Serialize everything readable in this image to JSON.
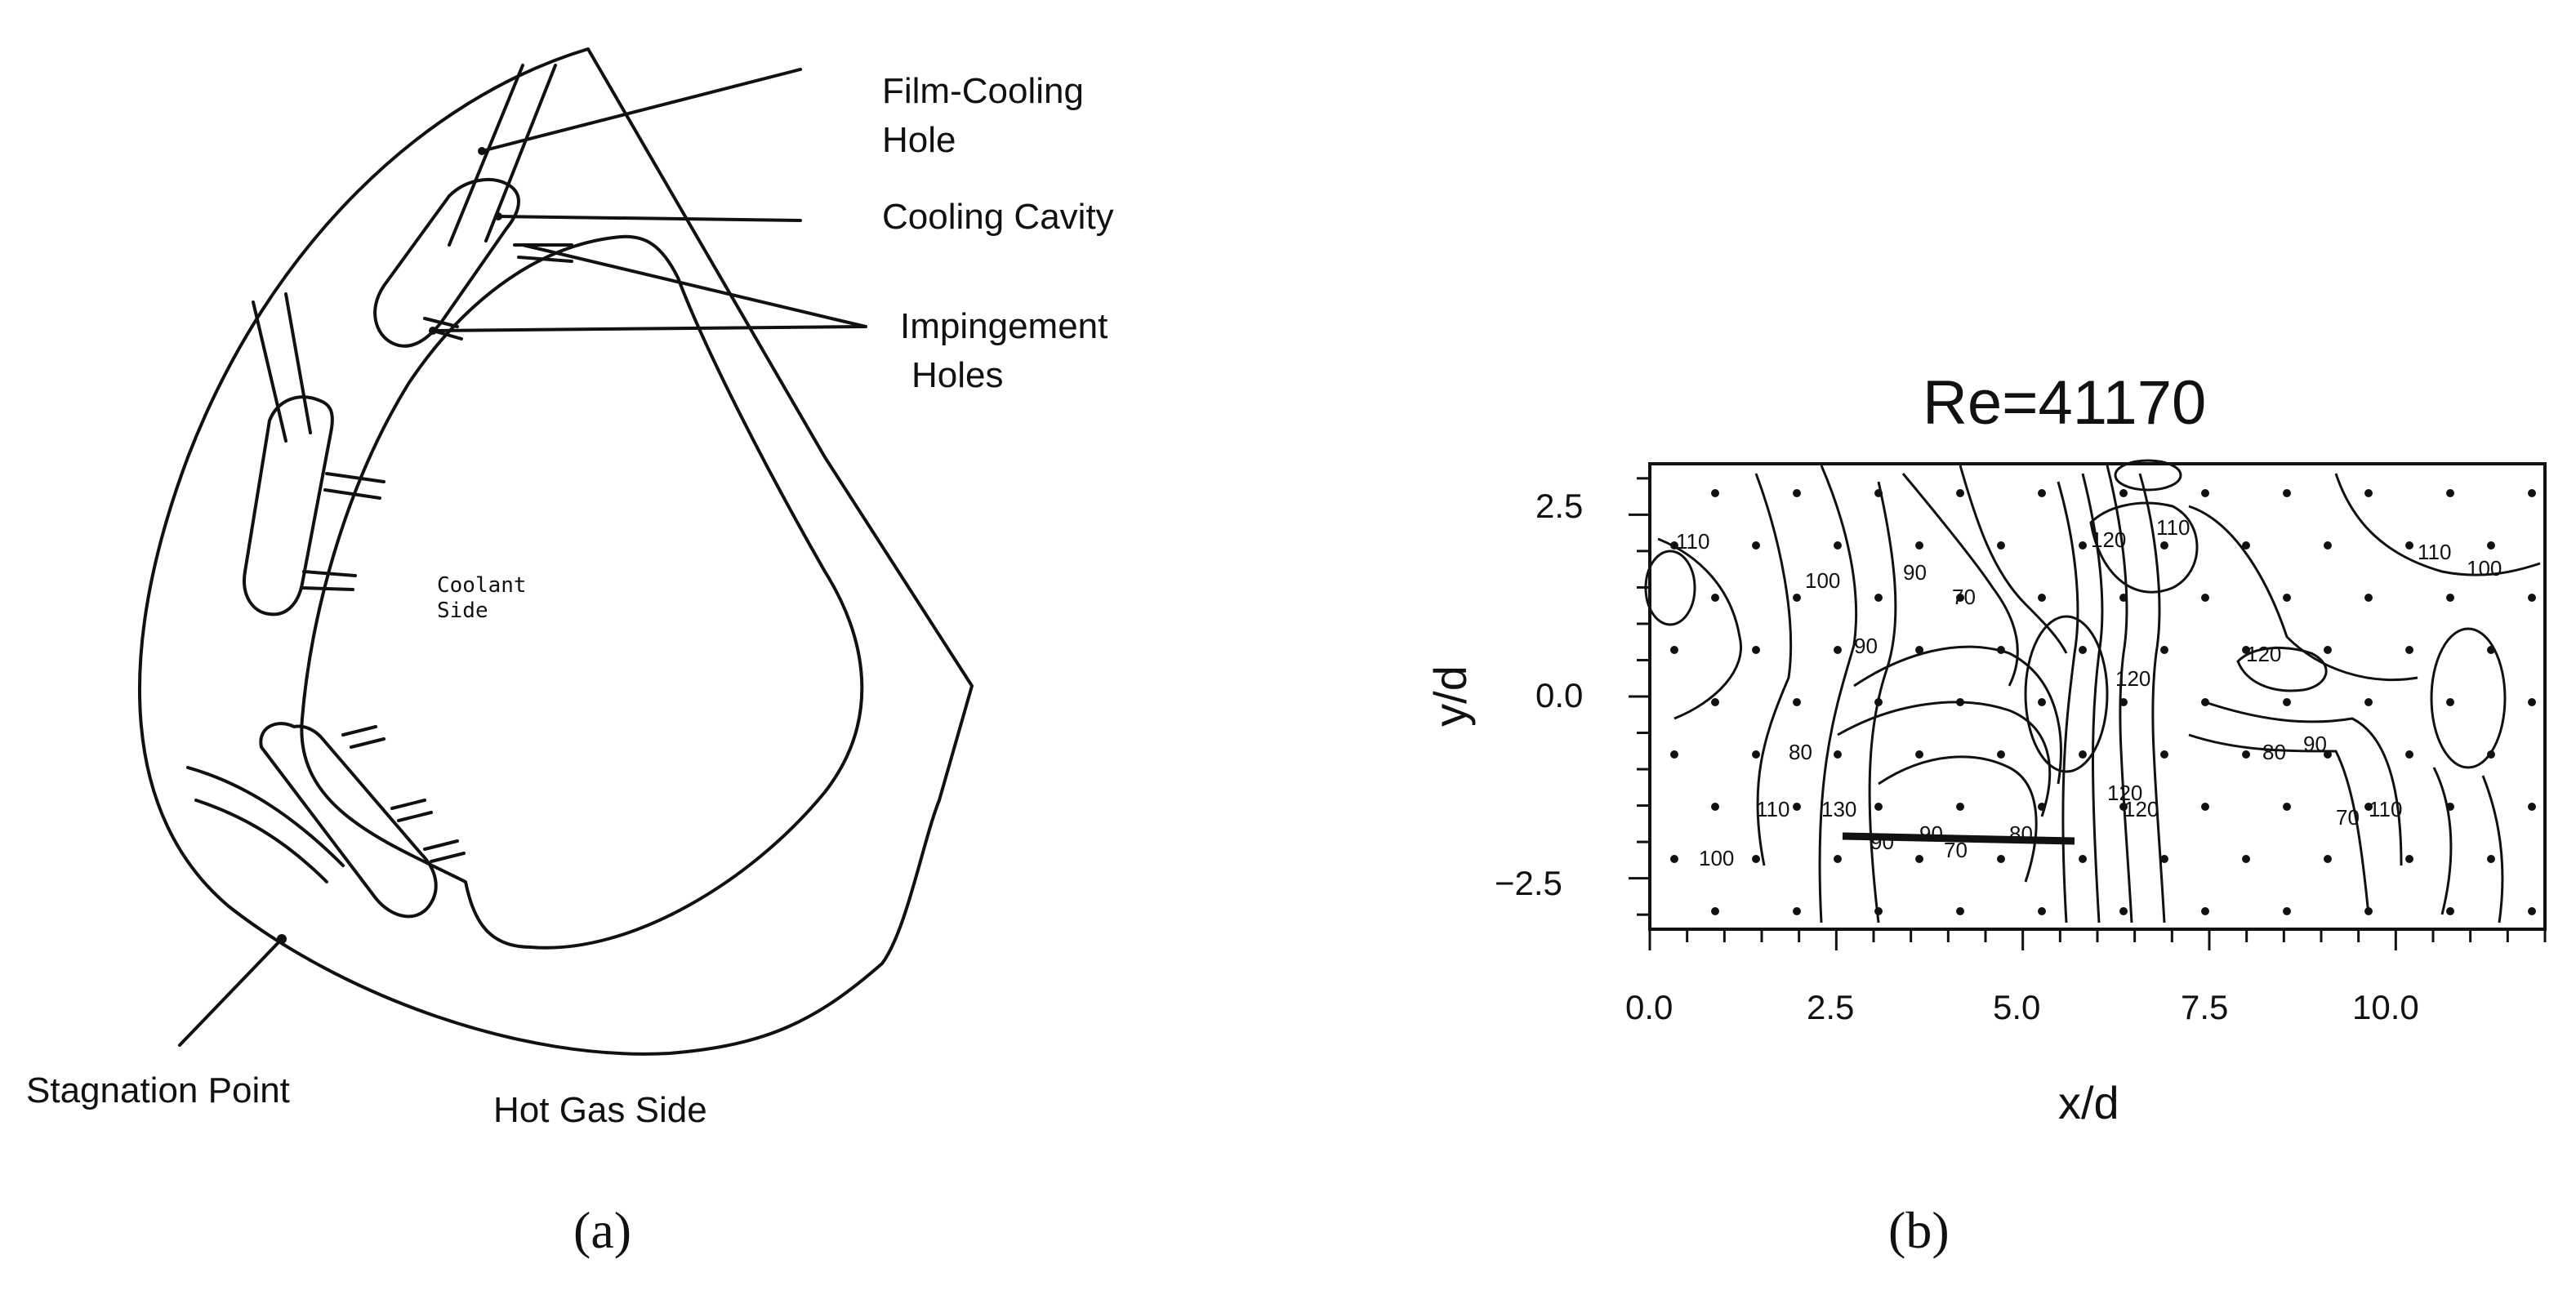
{
  "panel_a": {
    "labels": {
      "film_cooling_hole": [
        "Film-Cooling",
        "Hole"
      ],
      "cooling_cavity": "Cooling Cavity",
      "impingement_holes": [
        "Impingement",
        "Holes"
      ],
      "coolant_side": [
        "Coolant",
        "Side"
      ],
      "stagnation_point": "Stagnation Point",
      "hot_gas_side": "Hot Gas Side"
    },
    "caption": "(a)"
  },
  "panel_b": {
    "caption": "(b)",
    "chart_data": {
      "type": "contour",
      "title": "Re=41170",
      "xlabel": "x/d",
      "ylabel": "y/d",
      "xlim": [
        0.0,
        12.0
      ],
      "ylim": [
        -3.2,
        3.2
      ],
      "x_ticks": [
        "0.0",
        "2.5",
        "5.0",
        "7.5",
        "10.0"
      ],
      "y_ticks": [
        "2.5",
        "0.0",
        "−2.5"
      ],
      "contour_labels": [
        "110",
        "100",
        "90",
        "70",
        "90",
        "80",
        "130",
        "120",
        "110",
        "120",
        "120",
        "110",
        "100",
        "120",
        "80",
        "90",
        "110",
        "70",
        "120",
        "90",
        "110",
        "100",
        "90",
        "80",
        "70"
      ]
    }
  }
}
